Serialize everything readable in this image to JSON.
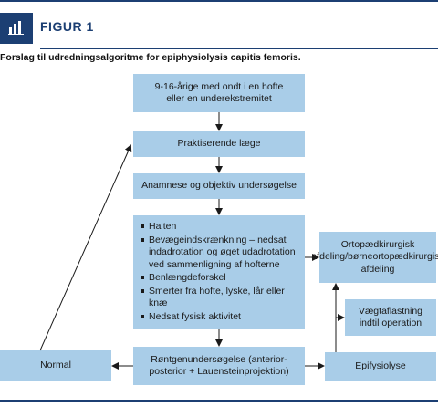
{
  "figure": {
    "label": "FIGUR 1",
    "icon": "bar-chart-icon",
    "caption": "Forslag til udredningsalgoritme for epiphysiolysis capitis femoris."
  },
  "flow": {
    "patient": "9-16-årige med ondt i en hofte eller en underekstremitet",
    "gp": "Praktiserende læge",
    "history": "Anamnese og objektiv undersøgelse",
    "findings": [
      "Halten",
      "Bevægeindskrænkning – nedsat indadrotation og øget udadrotation ved sammenligning af hofterne",
      "Benlængdeforskel",
      "Smerter fra hofte, lyske, lår eller knæ",
      "Nedsat fysisk aktivitet"
    ],
    "xray": "Røntgenundersøgelse (anterior-posterior + Lauensteinprojektion)",
    "normal": "Normal",
    "epiphysiolysis": "Epifysiolyse",
    "weight_relief": "Vægtaflastning indtil operation",
    "orthopedics": "Ortopædkirurgisk afdeling/børneortopædkirurgisk afdeling"
  },
  "colors": {
    "box_fill": "#a9cde8",
    "accent": "#1c3f73",
    "arrow": "#1a1a1a"
  }
}
